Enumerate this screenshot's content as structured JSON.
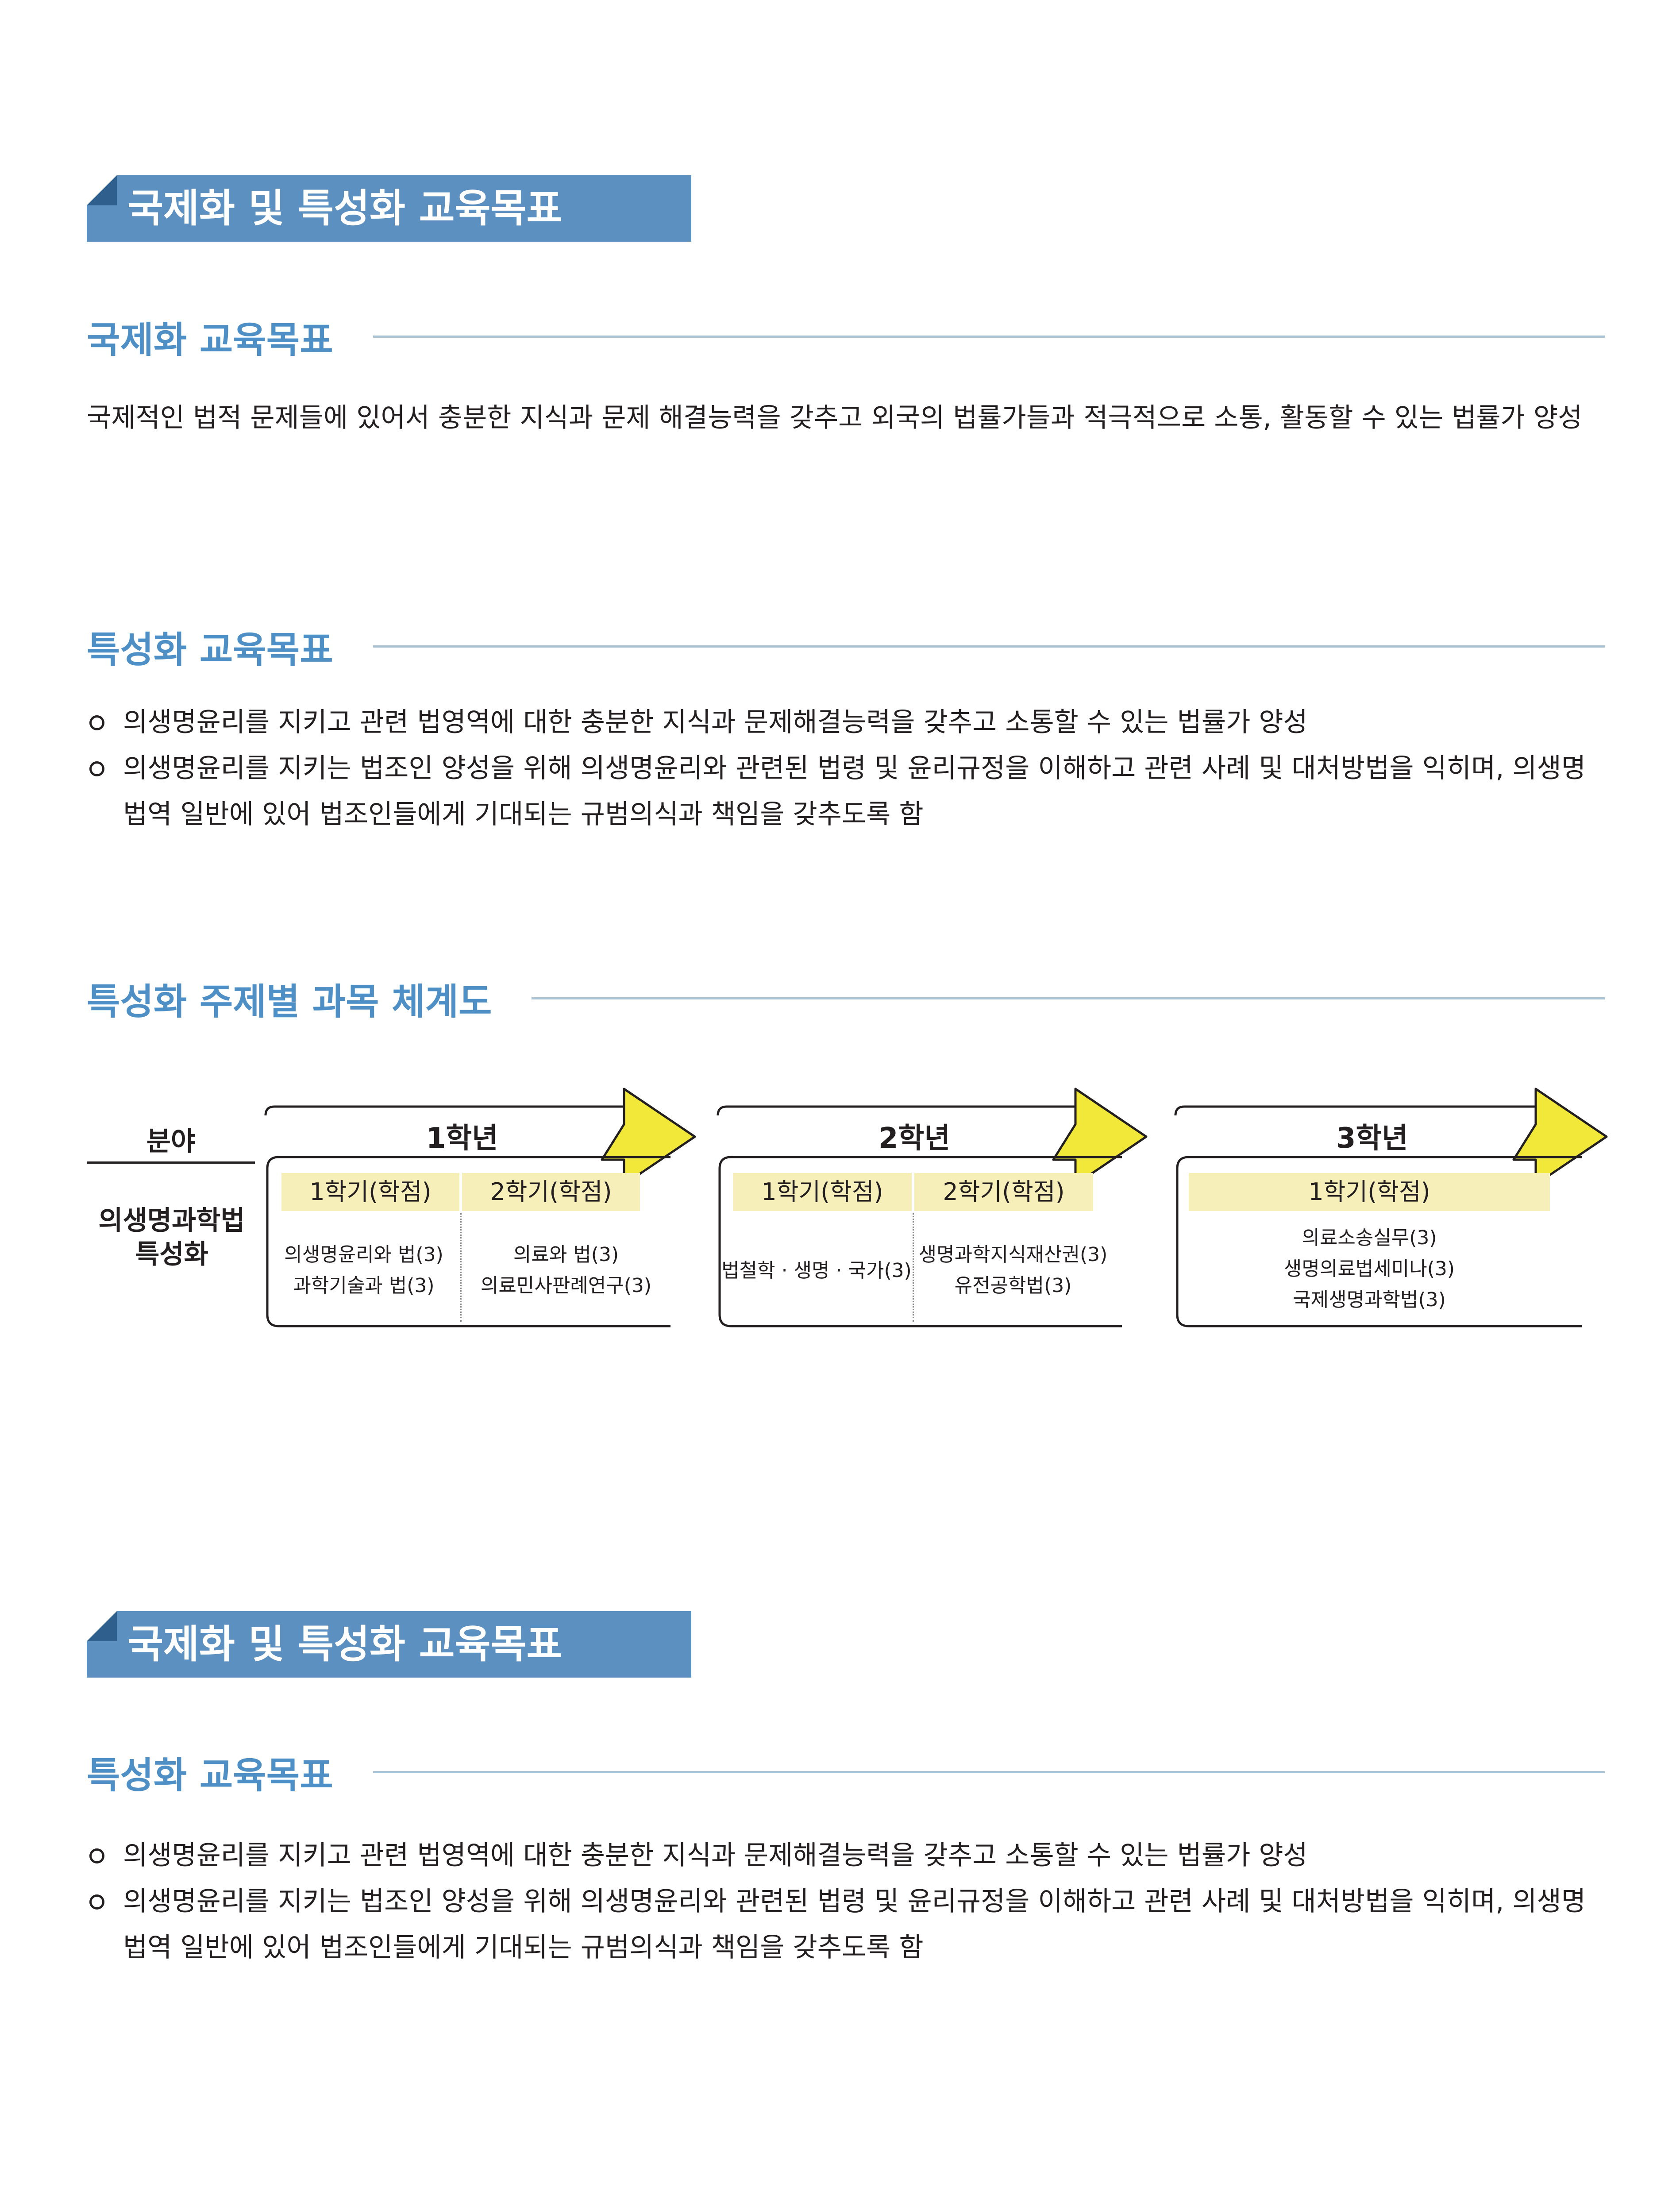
{
  "section1": {
    "banner": "국제화 및 특성화 교육목표",
    "intl_heading": "국제화 교육목표",
    "intl_text": "국제적인 법적 문제들에 있어서 충분한 지식과 문제 해결능력을 갖추고 외국의 법률가들과 적극적으로 소통, 활동할 수 있는 법률가 양성",
    "spec_heading": "특성화 교육목표",
    "spec_items": [
      "의생명윤리를 지키고 관련 법영역에 대한 충분한 지식과 문제해결능력을 갖추고 소통할 수 있는 법률가 양성",
      "의생명윤리를 지키는 법조인 양성을 위해 의생명윤리와 관련된 법령 및 윤리규정을 이해하고 관련 사례 및 대처방법을 익히며, 의생명법역 일반에 있어 법조인들에게 기대되는 규범의식과 책임을 갖추도록 함"
    ],
    "map_heading": "특성화 주제별 과목 체계도"
  },
  "curriculum": {
    "field_header": "분야",
    "field_name": "의생명과학법 특성화",
    "years": [
      {
        "label": "1학년",
        "semesters": [
          {
            "label": "1학기(학점)",
            "courses": [
              "의생명윤리와 법(3)",
              "과학기술과 법(3)"
            ]
          },
          {
            "label": "2학기(학점)",
            "courses": [
              "의료와 법(3)",
              "의료민사판례연구(3)"
            ]
          }
        ]
      },
      {
        "label": "2학년",
        "semesters": [
          {
            "label": "1학기(학점)",
            "courses": [
              "법철학 · 생명 · 국가(3)"
            ]
          },
          {
            "label": "2학기(학점)",
            "courses": [
              "생명과학지식재산권(3)",
              "유전공학법(3)"
            ]
          }
        ]
      },
      {
        "label": "3학년",
        "semesters": [
          {
            "label": "1학기(학점)",
            "courses": [
              "의료소송실무(3)",
              "생명의료법세미나(3)",
              "국제생명과학법(3)"
            ]
          }
        ]
      }
    ]
  },
  "section2": {
    "banner": "국제화 및 특성화 교육목표",
    "spec_heading": "특성화 교육목표",
    "spec_items": [
      "의생명윤리를 지키고 관련 법영역에 대한 충분한 지식과 문제해결능력을 갖추고 소통할 수 있는 법률가 양성",
      "의생명윤리를 지키는 법조인 양성을 위해 의생명윤리와 관련된 법령 및 윤리규정을 이해하고 관련 사례 및 대처방법을 익히며, 의생명법역 일반에 있어 법조인들에게 기대되는 규범의식과 책임을 갖추도록 함"
    ]
  },
  "colors": {
    "banner": "#5b90c0",
    "heading": "#4e8fc6",
    "rule": "#a9c3d4",
    "arrow": "#f2e83a",
    "pill": "#f7efb9"
  }
}
